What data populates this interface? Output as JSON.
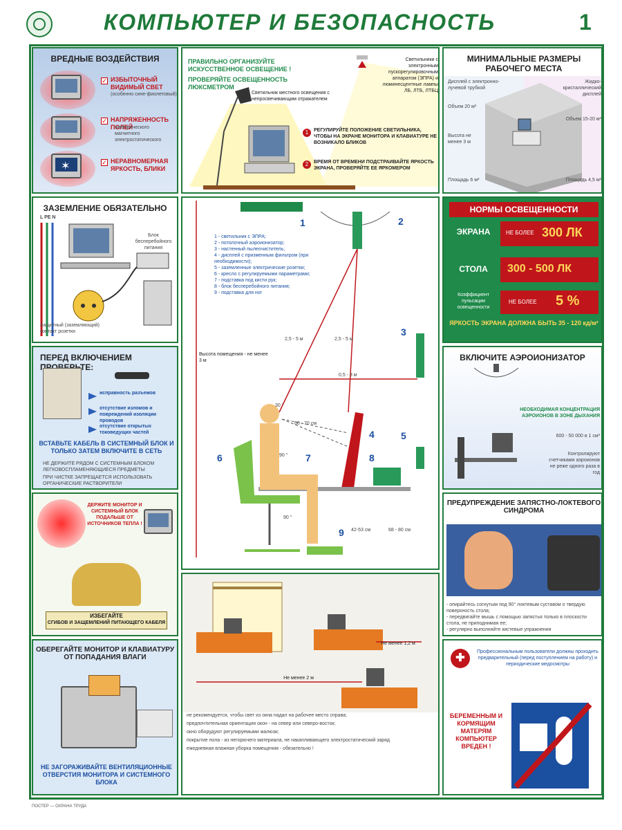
{
  "header": {
    "title": "КОМПЬЮТЕР  И  БЕЗОПАСНОСТЬ",
    "page_number": "1"
  },
  "harm": {
    "title": "ВРЕДНЫЕ ВОЗДЕЙСТВИЯ",
    "item1": "ИЗБЫТОЧНЫЙ ВИДИМЫЙ СВЕТ",
    "item1_note": "(особенно сине-фиолетовый)",
    "item2": "НАПРЯЖЕННОСТЬ ПОЛЕЙ",
    "item2_sub": [
      "электрического",
      "магнитного",
      "электростатического"
    ],
    "item3": "НЕРАВНОМЕРНАЯ ЯРКОСТЬ, БЛИКИ"
  },
  "light": {
    "title": "ПРАВИЛЬНО ОРГАНИЗУЙТЕ ИСКУССТВЕННОЕ ОСВЕЩЕНИЕ !",
    "subtitle": "ПРОВЕРЯЙТЕ ОСВЕЩЕННОСТЬ ЛЮКСМЕТРОМ",
    "ceiling_lamps": "Светильники с электронным пускорегулировочным аппаратом (ЭПРА) и люминесцентные лампы ЛБ, ЛТБ, ЛТБЦ",
    "local_lamp": "Светильник местного освещения с непросвечивающим отражателем",
    "step1_num": "1",
    "step1": "РЕГУЛИРУЙТЕ ПОЛОЖЕНИЕ СВЕТИЛЬНИКА, ЧТОБЫ НА ЭКРАНЕ МОНИТОРА И КЛАВИАТУРЕ НЕ ВОЗНИКАЛО БЛИКОВ",
    "step2_num": "2",
    "step2": "ВРЕМЯ ОТ ВРЕМЕНИ ПОДСТРАИВАЙТЕ ЯРКОСТЬ ЭКРАНА, ПРОВЕРЯЙТЕ ЕЕ ЯРКОМЕРОМ"
  },
  "minsize": {
    "title": "МИНИМАЛЬНЫЕ РАЗМЕРЫ РАБОЧЕГО МЕСТА",
    "crt": "Дисплей с электронно-лучевой трубкой",
    "lcd": "Жидко-кристаллический дисплей",
    "vol_crt": "Объем 20 м³",
    "vol_lcd": "Объем 15-20 м³",
    "height": "Высота не менее 3 м",
    "area_crt": "Площадь 6 м²",
    "area_lcd": "Площадь 4,5 м²"
  },
  "ground": {
    "title": "ЗАЗЕМЛЕНИЕ ОБЯЗАТЕЛЬНО",
    "wires": "L PE N",
    "ups": "Блок бесперебойного питания",
    "socket": "Защитный (заземляющий) контакт розетки"
  },
  "center": {
    "legend": [
      "1 -  светильник с ЭПРА;",
      "2 -  потолочный аэроионизатор;",
      "3 -  настенный пылеочиститель;",
      "4 -  дисплей с призменным фильтром (при необходимости);",
      "5 -  заземленные электрические розетки;",
      "6 -  кресло с регулируемыми параметрами;",
      "7 -  подставка под кисти рук;",
      "8 -  блок бесперебойного питания;",
      "9 -  подставка для ног"
    ],
    "height_label": "Высота помещения - не менее 3 м",
    "dist1": "2,5 - 5 м",
    "dist2": "2,5 - 5 м",
    "dist3": "0,5 - 3 м",
    "angle30": "30 °",
    "view_dist": "60 - 70 см",
    "angle90a": "90 °",
    "angle90b": "90 °",
    "seat_h": "42-53 см",
    "desk_h": "68 - 80 см",
    "n1": "1",
    "n2": "2",
    "n3": "3",
    "n4": "4",
    "n5": "5",
    "n6": "6",
    "n7": "7",
    "n8": "8",
    "n9": "9"
  },
  "norms": {
    "title": "НОРМЫ ОСВЕЩЕННОСТИ",
    "screen_label": "ЭКРАНА",
    "screen_value": "НЕ БОЛЕЕ",
    "screen_lux": "300 ЛК",
    "desk_label": "СТОЛА",
    "desk_value": "300 - 500 ЛК",
    "ripple_label": "Коэффициент пульсации освещенности",
    "ripple_prefix": "НЕ БОЛЕЕ",
    "ripple_value": "5 %",
    "brightness": "ЯРКОСТЬ ЭКРАНА ДОЛЖНА БЫТЬ 35 - 120 кд/м²"
  },
  "check": {
    "title": "ПЕРЕД ВКЛЮЧЕНИЕМ ПРОВЕРЬТЕ:",
    "items": [
      "исправность разъемов",
      "отсутствие изломов и повреждений изоляции проводов",
      "отсутствие открытых токоведущих частей"
    ],
    "instruction": "ВСТАВЬТЕ КАБЕЛЬ В СИСТЕМНЫЙ БЛОК И ТОЛЬКО ЗАТЕМ ВКЛЮЧИТЕ В СЕТЬ",
    "note1": "НЕ ДЕРЖИТЕ РЯДОМ С СИСТЕМНЫМ БЛОКОМ ЛЕГКОВОСПЛАМЕНЯЮЩИЕСЯ ПРЕДМЕТЫ",
    "note2": "ПРИ ЧИСТКЕ ЗАПРЕЩАЕТСЯ ИСПОЛЬЗОВАТЬ ОРГАНИЧЕСКИЕ РАСТВОРИТЕЛИ"
  },
  "ionizer": {
    "title": "ВКЛЮЧИТЕ АЭРОИОНИЗАТОР",
    "need": "НЕОБХОДИМАЯ КОНЦЕНТРАЦИЯ АЭРОИОНОВ В ЗОНЕ ДЫХАНИЯ",
    "range": "600 - 50 000 в 1 см³",
    "control": "Контролируют счетчиками аэроионов не реже одного раза в год"
  },
  "distance": {
    "keep": "ДЕРЖИТЕ МОНИТОР И СИСТЕМНЫЙ БЛОК ПОДАЛЬШЕ ОТ ИСТОЧНИКОВ ТЕПЛА !",
    "avoid_title": "ИЗБЕГАЙТЕ",
    "avoid": "СГИБОВ И ЗАЩЕМЛЕНИЙ ПИТАЮЩЕГО КАБЕЛЯ"
  },
  "wrist": {
    "title": "ПРЕДУПРЕЖДЕНИЕ ЗАПЯСТНО-ЛОКТЕВОГО СИНДРОМА",
    "tips": [
      "- опирайтесь согнутым под 90° локтевым суставом о твердую поверхность стола;",
      "- передвигайте мышь с помощью запястья только в плоскости стола, не приподнимая ее;",
      "- регулярно выполняйте кистевые упражнения"
    ]
  },
  "room": {
    "dist_12": "Не менее 1,2 м",
    "dist_2": "Не менее 2 м",
    "tips": [
      "не рекомендуется, чтобы свет из окна падал на рабочее место справа;",
      "предпочтительная ориентация окон - на север или северо-восток;",
      "окно оборудуют регулируемыми жалюзи;",
      "покрытие пола - из негорючего материала, не накапливающего электростатический заряд",
      "ежедневная влажная уборка помещения - обязательно !"
    ]
  },
  "moist": {
    "title": "ОБЕРЕГАЙТЕ МОНИТОР И КЛАВИАТУРУ ОТ ПОПАДАНИЯ ВЛАГИ",
    "vents": "НЕ ЗАГОРАЖИВАЙТЕ ВЕНТИЛЯЦИОННЫЕ ОТВЕРСТИЯ МОНИТОРА И СИСТЕМНОГО БЛОКА"
  },
  "medical": {
    "text": "Профессиональным пользователи должны проходить предварительный (перед поступлением на работу) и периодические медосмотры",
    "pregnant": "БЕРЕМЕННЫМ И КОРМЯЩИМ МАТЕРЯМ КОМПЬЮТЕР ВРЕДЕН !"
  },
  "colors": {
    "green": "#1f7a3a",
    "red": "#c0161b",
    "blue": "#1b4fa0",
    "panel_blue": "#dbe8f6"
  }
}
